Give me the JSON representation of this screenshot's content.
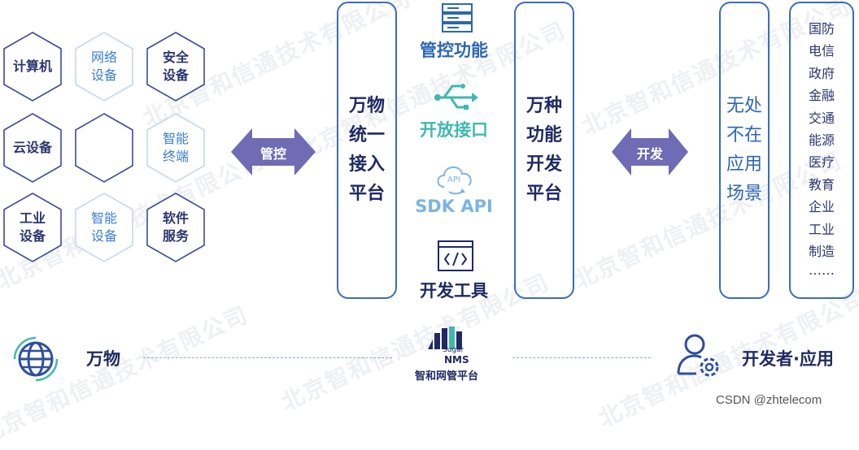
{
  "devices": [
    {
      "label": "计算机",
      "style": "dark"
    },
    {
      "label": "网络\n设备",
      "style": "blue"
    },
    {
      "label": "安全\n设备",
      "style": "dark"
    },
    {
      "label": "云设备",
      "style": "dark"
    },
    {
      "label": "",
      "style": "dark"
    },
    {
      "label": "智能\n终端",
      "style": "blue"
    },
    {
      "label": "工业\n设备",
      "style": "dark"
    },
    {
      "label": "智能\n设备",
      "style": "blue"
    },
    {
      "label": "软件\n服务",
      "style": "dark"
    }
  ],
  "arrow_left": {
    "label": "管控",
    "color": "#6f6bb5"
  },
  "arrow_right": {
    "label": "开发",
    "color": "#6f6bb5"
  },
  "access_platform": {
    "text": "万物\n统一\n接入\n平台"
  },
  "features": [
    {
      "icon": "server-icon",
      "label": "管控功能",
      "color": "#2d66b5"
    },
    {
      "icon": "usb-icon",
      "label": "开放接口",
      "color": "#3fb9b0"
    },
    {
      "icon": "api-cloud-icon",
      "label": "SDK API",
      "color": "#7ab4e6"
    },
    {
      "icon": "code-window-icon",
      "label": "开发工具",
      "color": "#1f2a63"
    }
  ],
  "function_platform": {
    "text": "万种\n功能\n开发\n平台"
  },
  "scenarios": {
    "text": "无处\n不在\n应用\n场景"
  },
  "industries": [
    "国防",
    "电信",
    "政府",
    "金融",
    "交通",
    "能源",
    "医疗",
    "教育",
    "企业",
    "工业",
    "制造",
    "……"
  ],
  "bottom": {
    "left_label": "万物",
    "right_label": "开发者·应用",
    "logo_top": "Sugar",
    "logo_mid": "NMS",
    "logo_cn": "智和网管平台"
  },
  "watermark": "北京智和信通技术有限公司",
  "credit": "CSDN @zhtelecom",
  "colors": {
    "navy": "#1f2a63",
    "blue": "#3b6cc0",
    "teal": "#3fb9b0",
    "purple": "#6f6bb5"
  }
}
